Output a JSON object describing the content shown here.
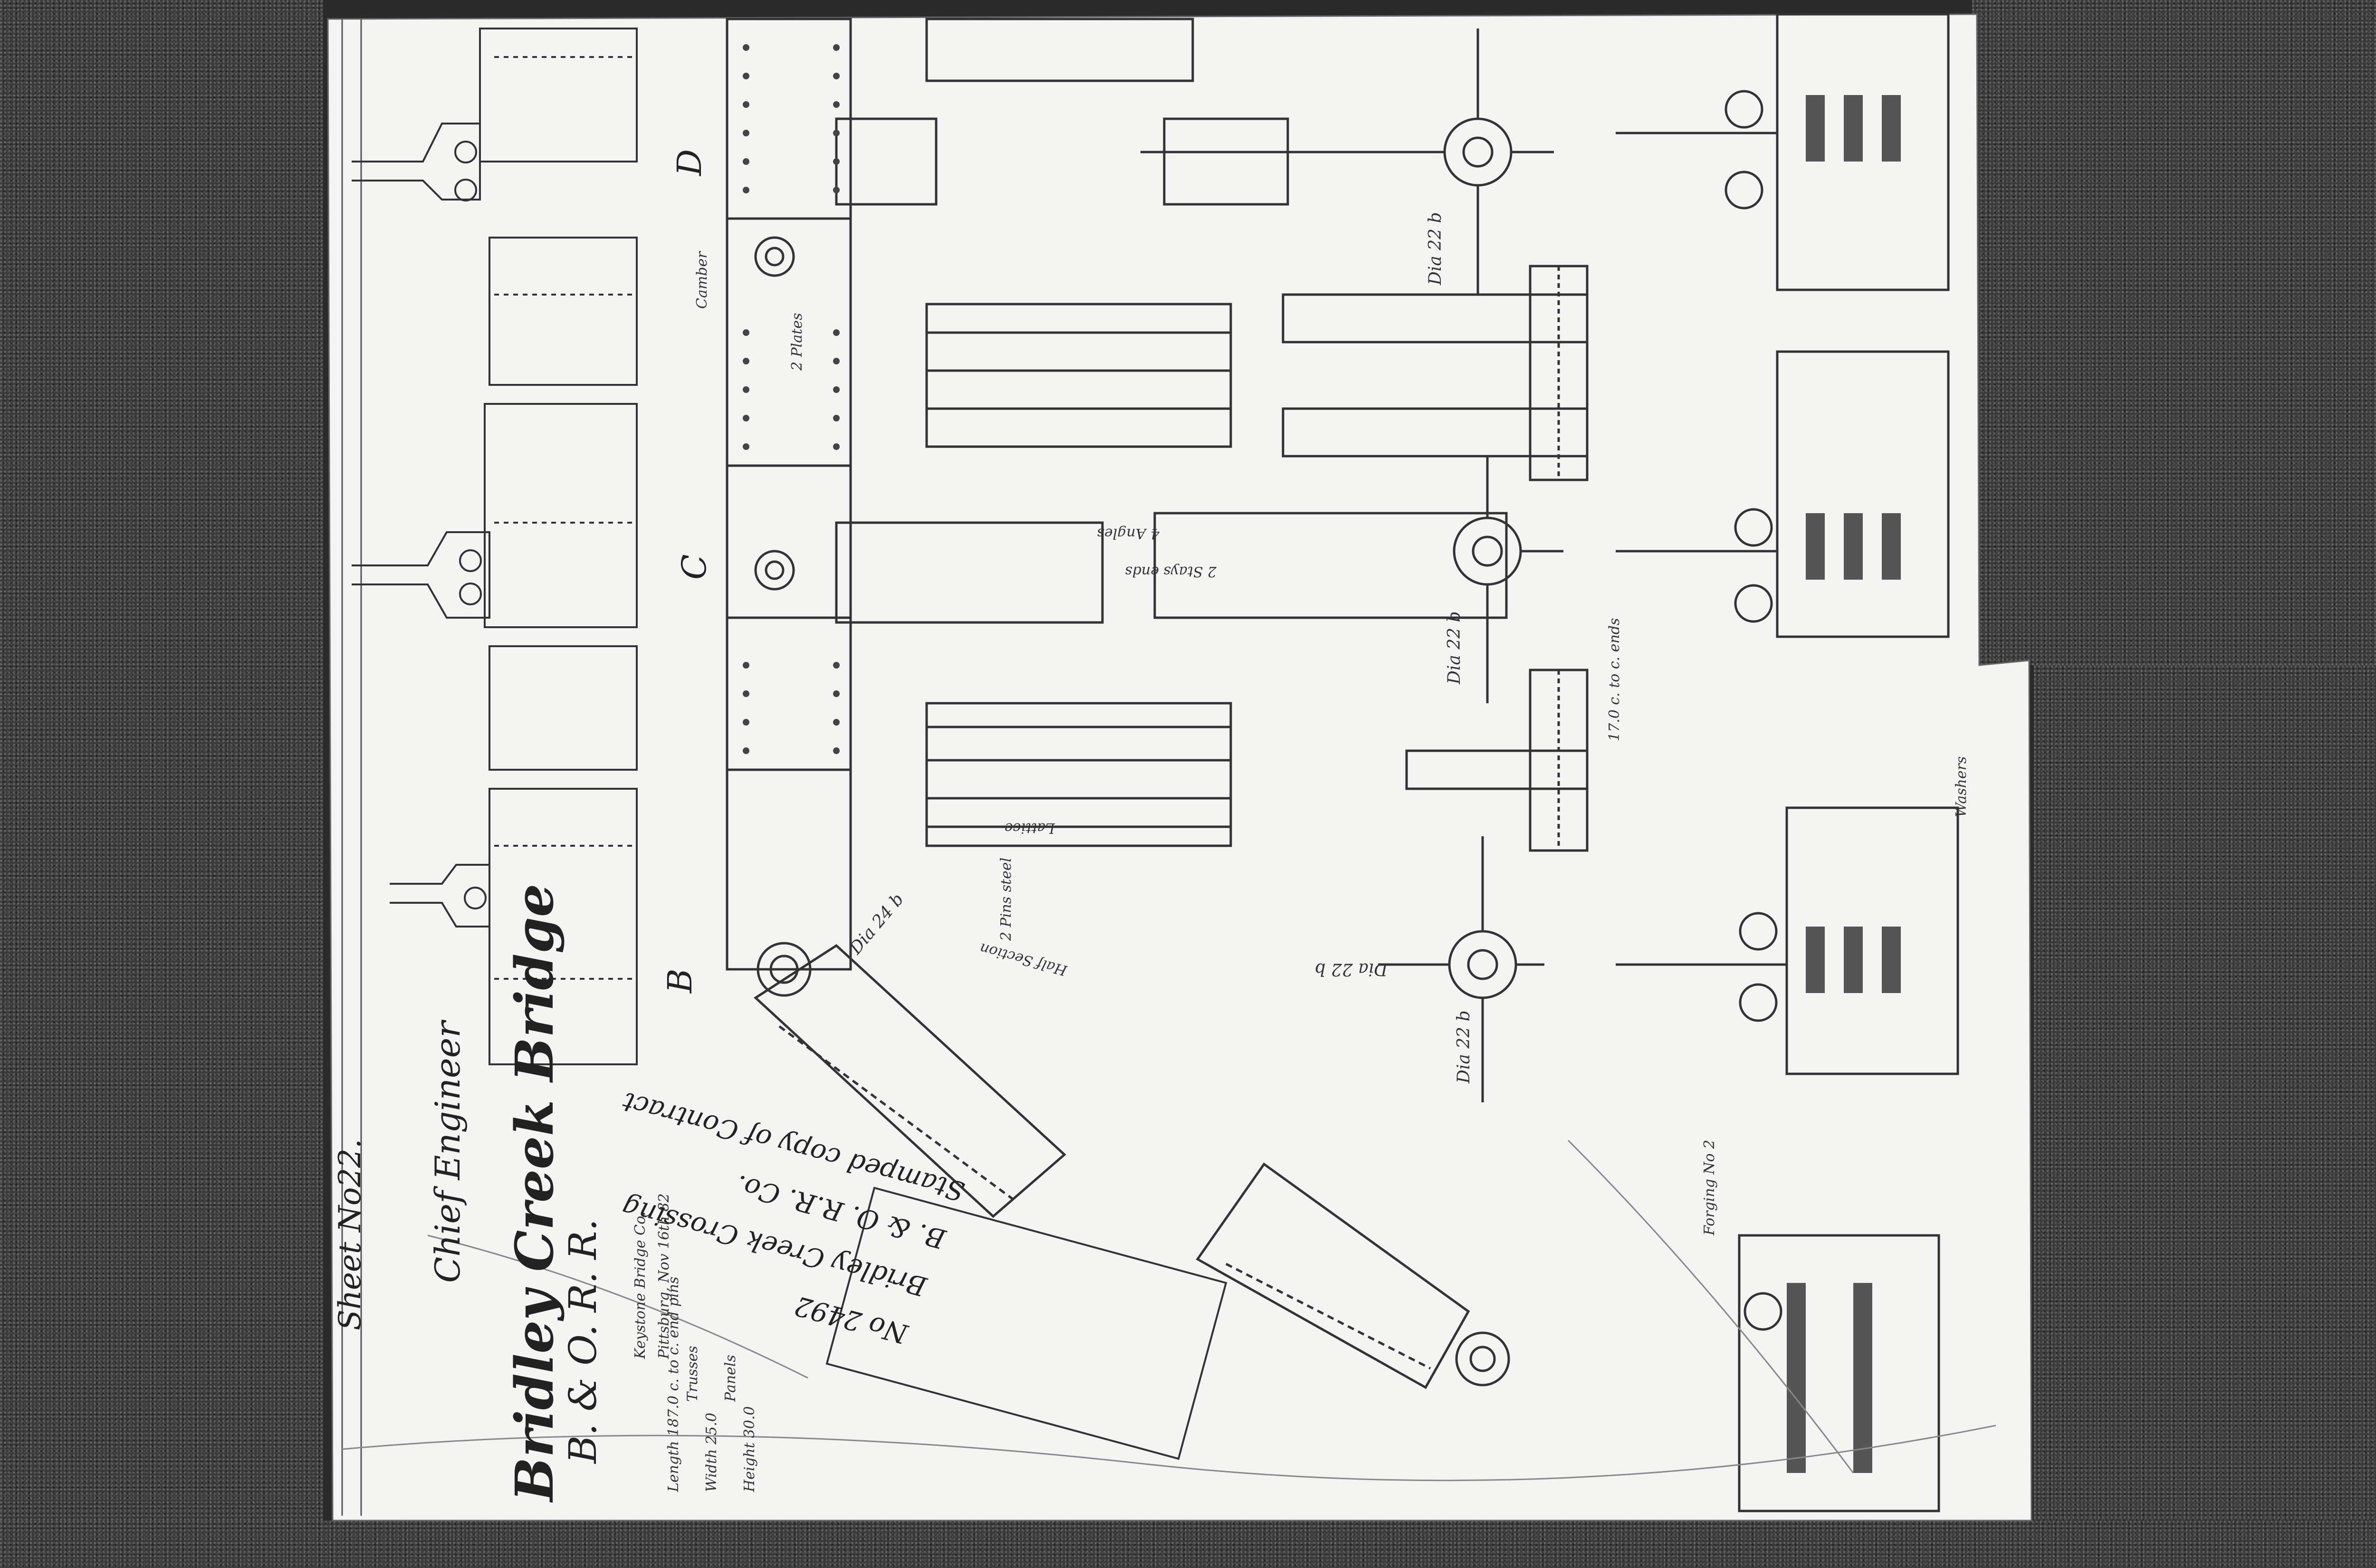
{
  "title_block": {
    "sheet": "Sheet No22.",
    "bridge": "Bridley Creek Bridge",
    "railroad": "B. & O. R. R.",
    "company": "Keystone Bridge Co.",
    "city": "Pittsburg, Nov 16th 82",
    "signature": "Chief Engineer"
  },
  "dimensions": {
    "length": "Length 187.0 c. to c. end pins",
    "trusses": "Trusses",
    "width": "Width 25.0",
    "panels": "Panels",
    "height": "Height 30.0"
  },
  "stamp": {
    "line1": "Stamped copy of Contract",
    "line2": "B. & O. R.R. Co.",
    "line3": "Bridley Creek Crossing",
    "line4": "No 2492"
  },
  "panel_points": [
    "B",
    "C",
    "D"
  ],
  "pins": [
    "Dia 22 b",
    "Dia 22 b",
    "Dia 24 b",
    "Dia 22 b",
    "Dia 22 b"
  ],
  "notes": [
    "2 Stays ends",
    "Half Section",
    "2 Pins steel",
    "Forging No 2",
    "Camber",
    "Lattice",
    "Washers",
    "17.0 c. to c. ends",
    "2 Plates",
    "4 Angles"
  ]
}
